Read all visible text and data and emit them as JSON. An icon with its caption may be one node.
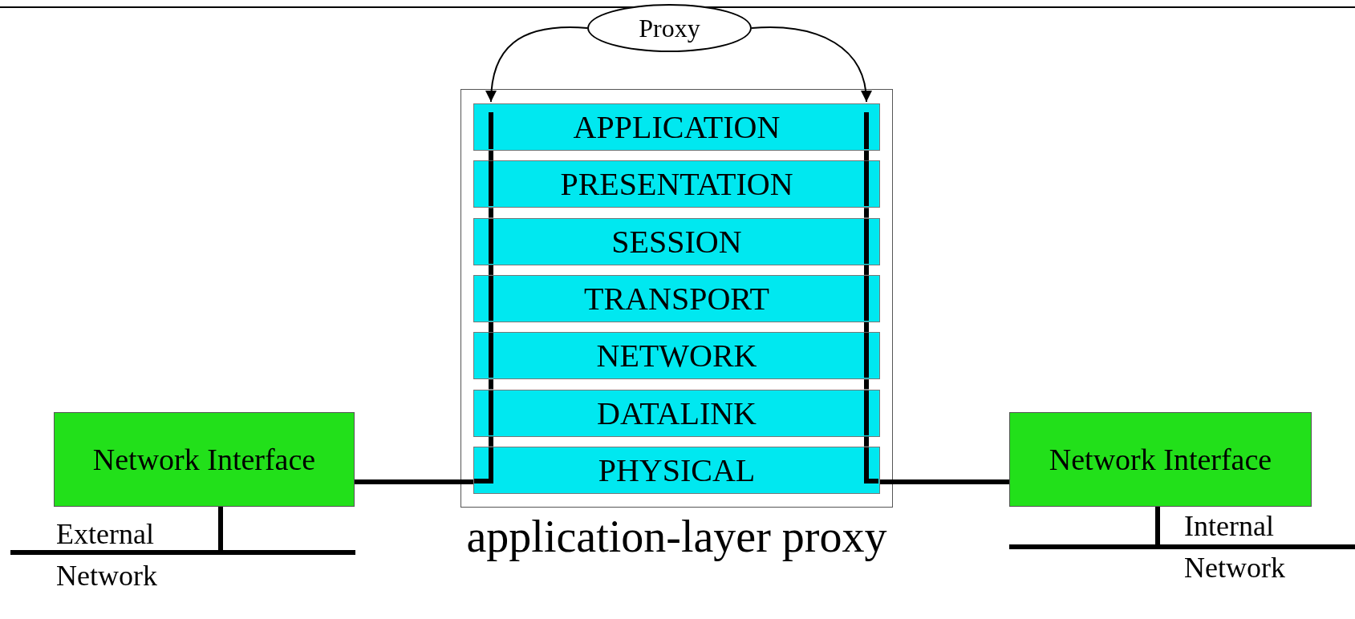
{
  "diagram": {
    "nodes": [
      {
        "text": [
          "Proxy"
        ]
      },
      {
        "text": [
          "application-layer proxy"
        ]
      },
      {
        "text": [
          "APPLICATION"
        ],
        "in": 1
      },
      {
        "text": [
          "PRESENTATION"
        ],
        "in": 1
      },
      {
        "text": [
          "SESSION"
        ],
        "in": 1
      },
      {
        "text": [
          "TRANSPORT"
        ],
        "in": 1
      },
      {
        "text": [
          "NETWORK"
        ],
        "in": 1
      },
      {
        "text": [
          "DATALINK"
        ],
        "in": 1
      },
      {
        "text": [
          "PHYSICAL"
        ],
        "in": 1
      },
      {
        "text": [
          "Network Interface"
        ]
      },
      {
        "text": [
          "Network Interface"
        ]
      },
      {
        "text": [
          "External Network"
        ]
      },
      {
        "text": [
          "Internal Network"
        ]
      }
    ],
    "edges": [
      {
        "from": 0,
        "to": 2,
        "arrow": "to"
      },
      {
        "from": 0,
        "to": 2,
        "arrow": "to"
      },
      {
        "from": 9,
        "to": 8,
        "arrow": "none"
      },
      {
        "from": 10,
        "to": 8,
        "arrow": "none"
      },
      {
        "from": 8,
        "to": 7,
        "arrow": "none"
      },
      {
        "from": 8,
        "to": 7,
        "arrow": "none"
      },
      {
        "from": 7,
        "to": 6,
        "arrow": "none"
      },
      {
        "from": 7,
        "to": 6,
        "arrow": "none"
      },
      {
        "from": 6,
        "to": 5,
        "arrow": "none"
      },
      {
        "from": 6,
        "to": 5,
        "arrow": "none"
      },
      {
        "from": 5,
        "to": 4,
        "arrow": "none"
      },
      {
        "from": 5,
        "to": 4,
        "arrow": "none"
      },
      {
        "from": 4,
        "to": 3,
        "arrow": "none"
      },
      {
        "from": 4,
        "to": 3,
        "arrow": "none"
      },
      {
        "from": 3,
        "to": 2,
        "arrow": "none"
      },
      {
        "from": 3,
        "to": 2,
        "arrow": "none"
      },
      {
        "from": 9,
        "to": 11,
        "arrow": "none"
      },
      {
        "from": 10,
        "to": 12,
        "arrow": "none"
      }
    ]
  }
}
